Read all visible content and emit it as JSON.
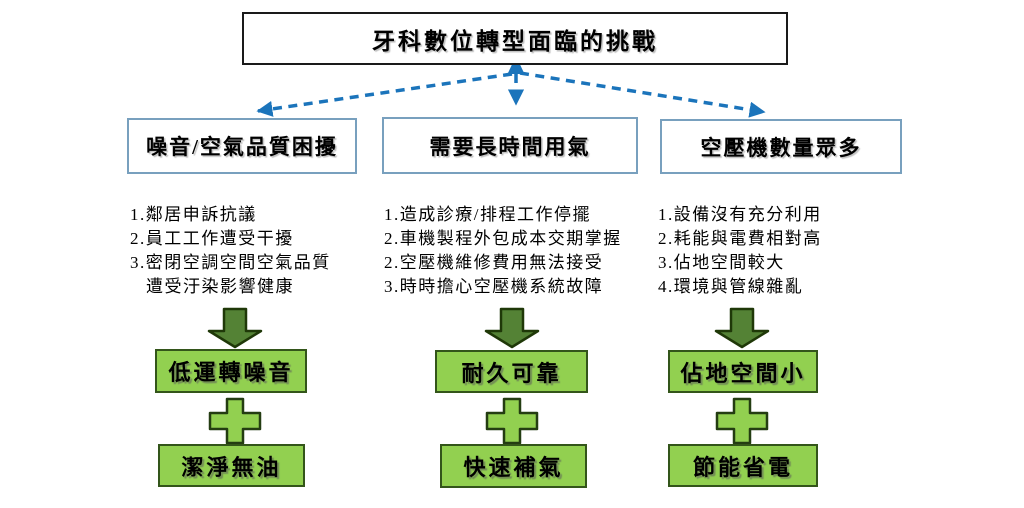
{
  "title": "牙科數位轉型面臨的挑戰",
  "colors": {
    "connector_blue": "#1b74bb",
    "category_border": "#78a0be",
    "benefit_fill": "#92d050",
    "benefit_border": "#33551a",
    "down_arrow_fill": "#548235",
    "down_arrow_border": "#1f3808",
    "plus_border": "#243d12",
    "title_border": "#1a1a1a"
  },
  "columns": [
    {
      "heading": "噪音/空氣品質困擾",
      "issues": [
        "1.鄰居申訴抗議",
        "2.員工工作遭受干擾",
        "3.密閉空調空間空氣品質",
        "遭受汙染影響健康"
      ],
      "benefit_top": "低運轉噪音",
      "benefit_bottom": "潔淨無油"
    },
    {
      "heading": "需要長時間用氣",
      "issues": [
        "1.造成診療/排程工作停擺",
        "2.車機製程外包成本交期掌握",
        "2.空壓機維修費用無法接受",
        "3.時時擔心空壓機系統故障"
      ],
      "benefit_top": "耐久可靠",
      "benefit_bottom": "快速補氣"
    },
    {
      "heading": "空壓機數量眾多",
      "issues": [
        "1.設備沒有充分利用",
        "2.耗能與電費相對高",
        "3.佔地空間較大",
        "4.環境與管線雜亂"
      ],
      "benefit_top": "佔地空間小",
      "benefit_bottom": "節能省電"
    }
  ]
}
